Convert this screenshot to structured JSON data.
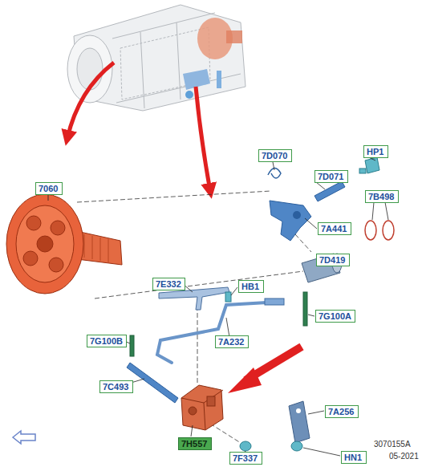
{
  "diagram": {
    "nodes": [
      {
        "text": [
          "7D070"
        ]
      },
      {
        "text": [
          "HP1"
        ]
      },
      {
        "text": [
          "7D071"
        ]
      },
      {
        "text": [
          "7060"
        ]
      },
      {
        "text": [
          "7B498"
        ]
      },
      {
        "text": [
          "7A441"
        ]
      },
      {
        "text": [
          "7D419"
        ]
      },
      {
        "text": [
          "7E332"
        ]
      },
      {
        "text": [
          "HB1"
        ]
      },
      {
        "text": [
          "7G100A"
        ]
      },
      {
        "text": [
          "7G100B"
        ]
      },
      {
        "text": [
          "7A232"
        ]
      },
      {
        "text": [
          "7C493"
        ]
      },
      {
        "text": [
          "7A256"
        ]
      },
      {
        "text": [
          "7H557"
        ]
      },
      {
        "text": [
          "7F337"
        ]
      },
      {
        "text": [
          "HN1"
        ]
      }
    ],
    "labels": [
      "3070155A",
      "05-2021"
    ]
  }
}
